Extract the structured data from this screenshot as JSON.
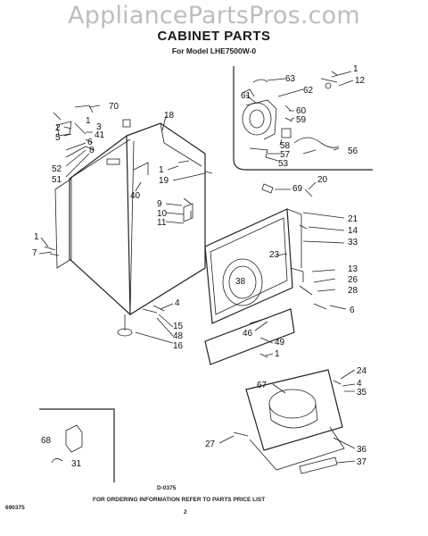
{
  "watermark": "AppliancePartsPros.com",
  "title": "CABINET PARTS",
  "subtitle": "For Model LHE7500W-0",
  "diagram_code": "D-0375",
  "footer_note": "FOR ORDERING INFORMATION REFER TO PARTS PRICE LIST",
  "side_code": "690375",
  "page_number": "2",
  "callouts": [
    "1",
    "12",
    "63",
    "62",
    "61",
    "60",
    "59",
    "58",
    "57",
    "53",
    "56",
    "70",
    "2",
    "3",
    "5",
    "41",
    "1",
    "6",
    "8",
    "52",
    "51",
    "18",
    "1",
    "19",
    "40",
    "9",
    "10",
    "11",
    "1",
    "7",
    "69",
    "20",
    "21",
    "14",
    "33",
    "23",
    "38",
    "13",
    "26",
    "28",
    "6",
    "4",
    "15",
    "48",
    "16",
    "46",
    "49",
    "1",
    "24",
    "4",
    "35",
    "67",
    "27",
    "36",
    "37",
    "68",
    "31"
  ]
}
